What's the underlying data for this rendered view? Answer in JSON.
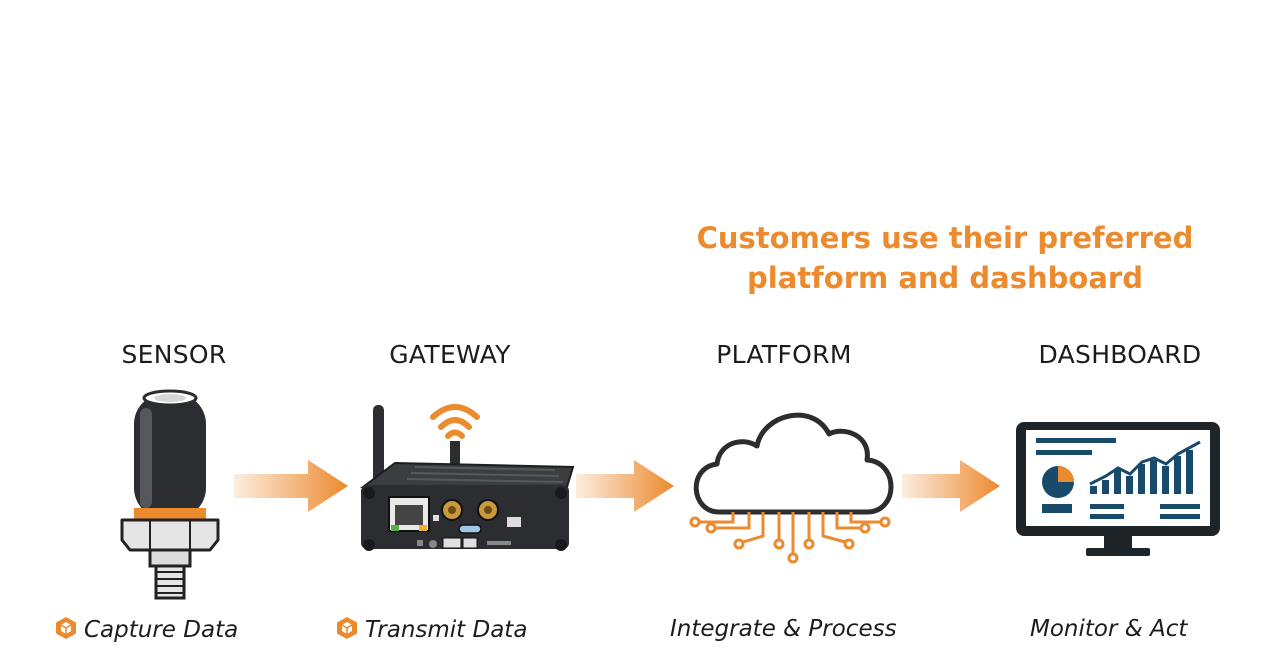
{
  "headline": {
    "line1": "Customers use their preferred",
    "line2": "platform and dashboard"
  },
  "stages": [
    {
      "title": "SENSOR",
      "caption": "Capture Data",
      "icon": "hexagon-box-icon"
    },
    {
      "title": "GATEWAY",
      "caption": "Transmit Data",
      "icon": "hexagon-box-icon"
    },
    {
      "title": "PLATFORM",
      "caption": "Integrate & Process"
    },
    {
      "title": "DASHBOARD",
      "caption": "Monitor & Act"
    }
  ],
  "colors": {
    "accent": "#ec8a2e",
    "device_dark": "#2c2d30",
    "dashboard_blue": "#174a6b"
  }
}
